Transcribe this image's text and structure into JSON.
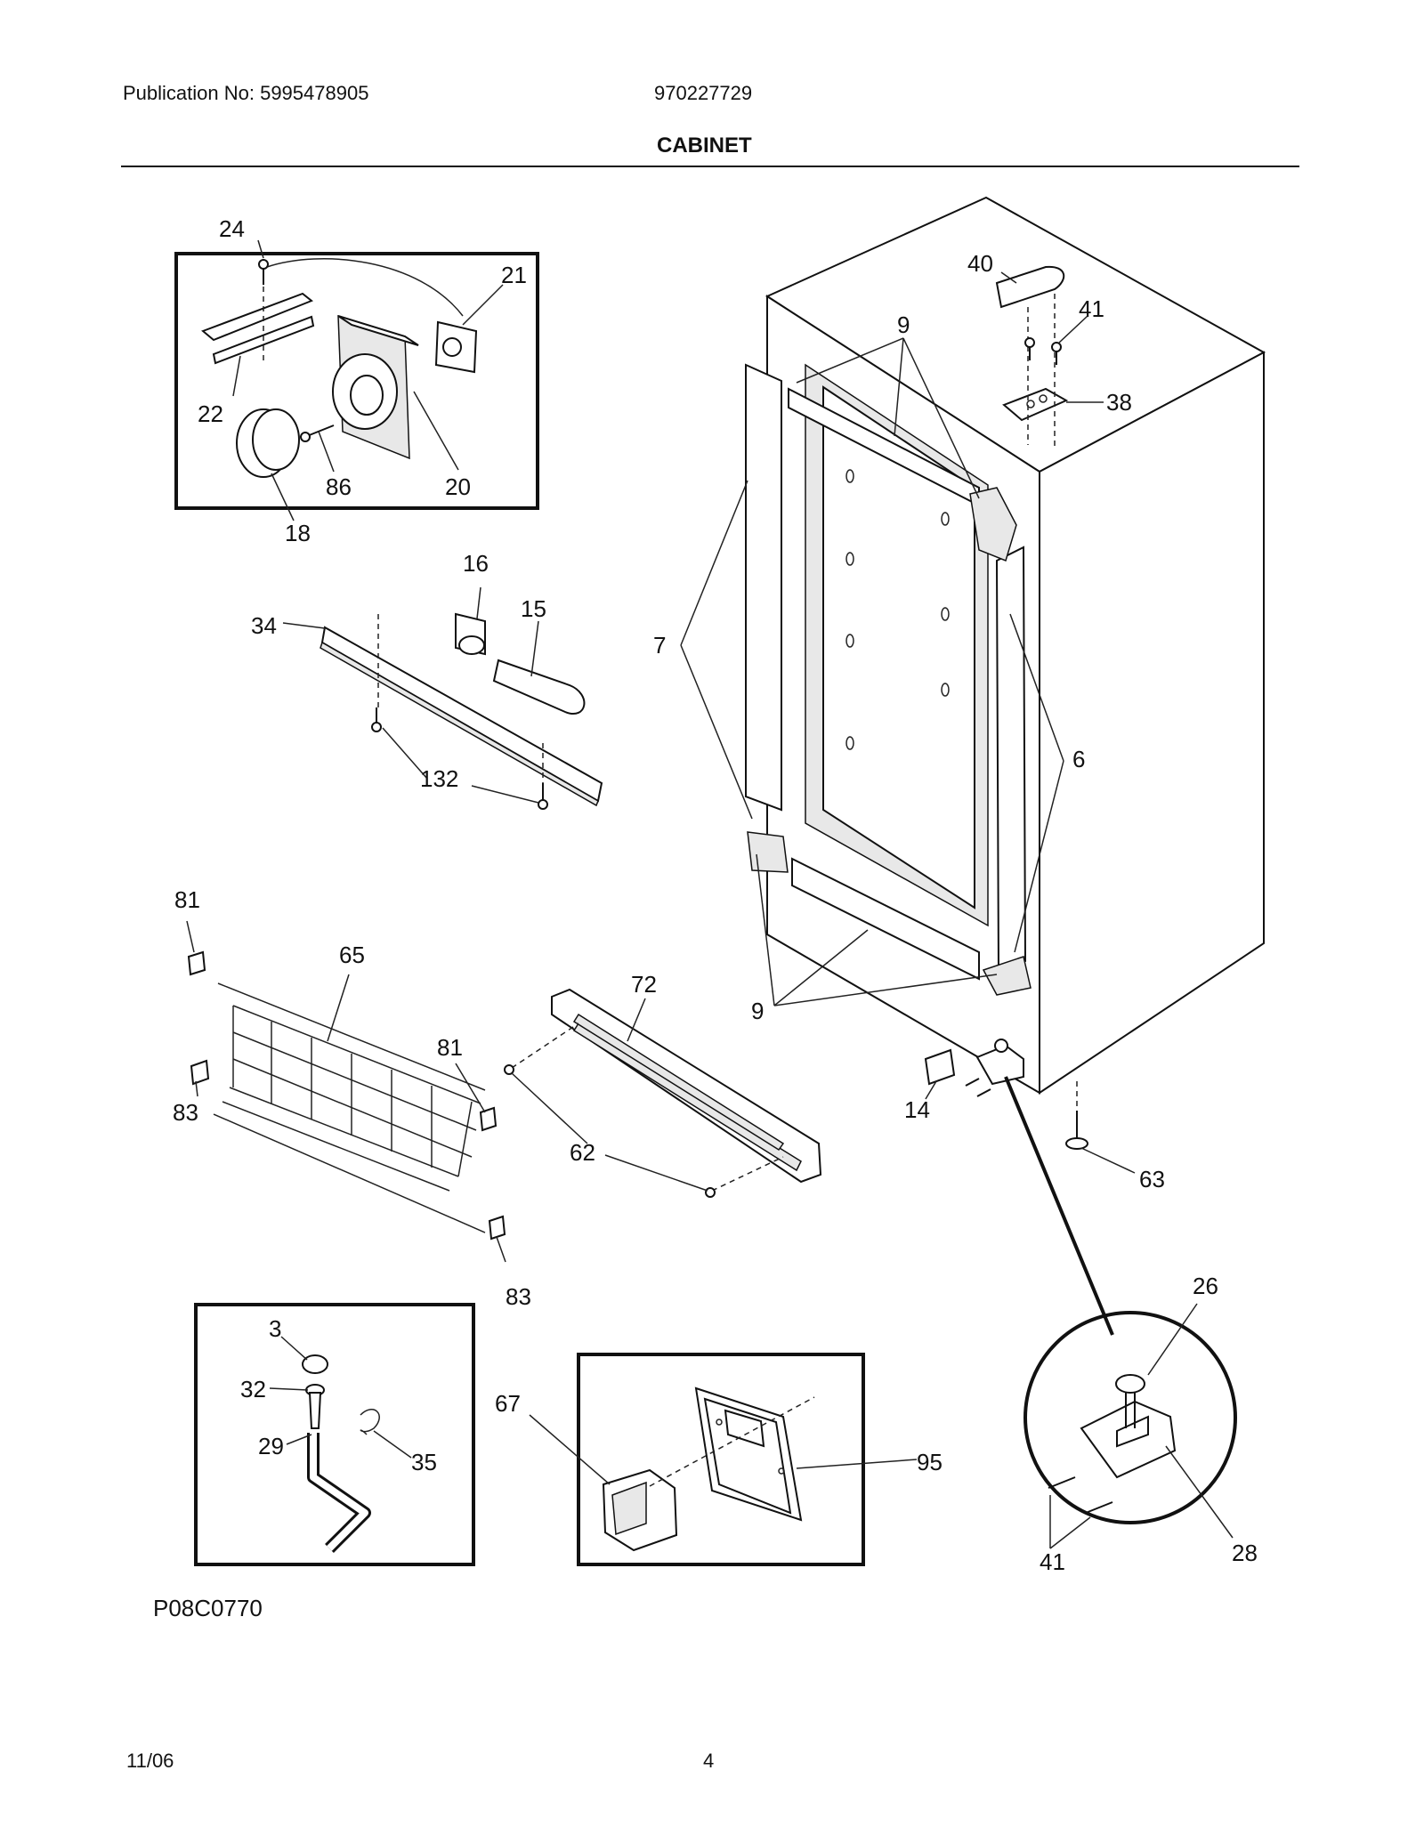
{
  "header": {
    "publication": "Publication No: 5995478905",
    "model": "970227729",
    "title": "CABINET"
  },
  "footer": {
    "diagram_code": "P08C0770",
    "date": "11/06",
    "page": "4"
  },
  "callouts": {
    "c24": "24",
    "c21": "21",
    "c22": "22",
    "c86": "86",
    "c20": "20",
    "c18": "18",
    "c16": "16",
    "c15": "15",
    "c34": "34",
    "c132": "132",
    "c40": "40",
    "c41a": "41",
    "c9a": "9",
    "c38": "38",
    "c7": "7",
    "c6": "6",
    "c9b": "9",
    "c81a": "81",
    "c65": "65",
    "c81b": "81",
    "c83a": "83",
    "c83b": "83",
    "c72": "72",
    "c62": "62",
    "c14": "14",
    "c63": "63",
    "c26": "26",
    "c28": "28",
    "c41b": "41",
    "c3": "3",
    "c32": "32",
    "c29": "29",
    "c35": "35",
    "c67": "67",
    "c95": "95"
  }
}
